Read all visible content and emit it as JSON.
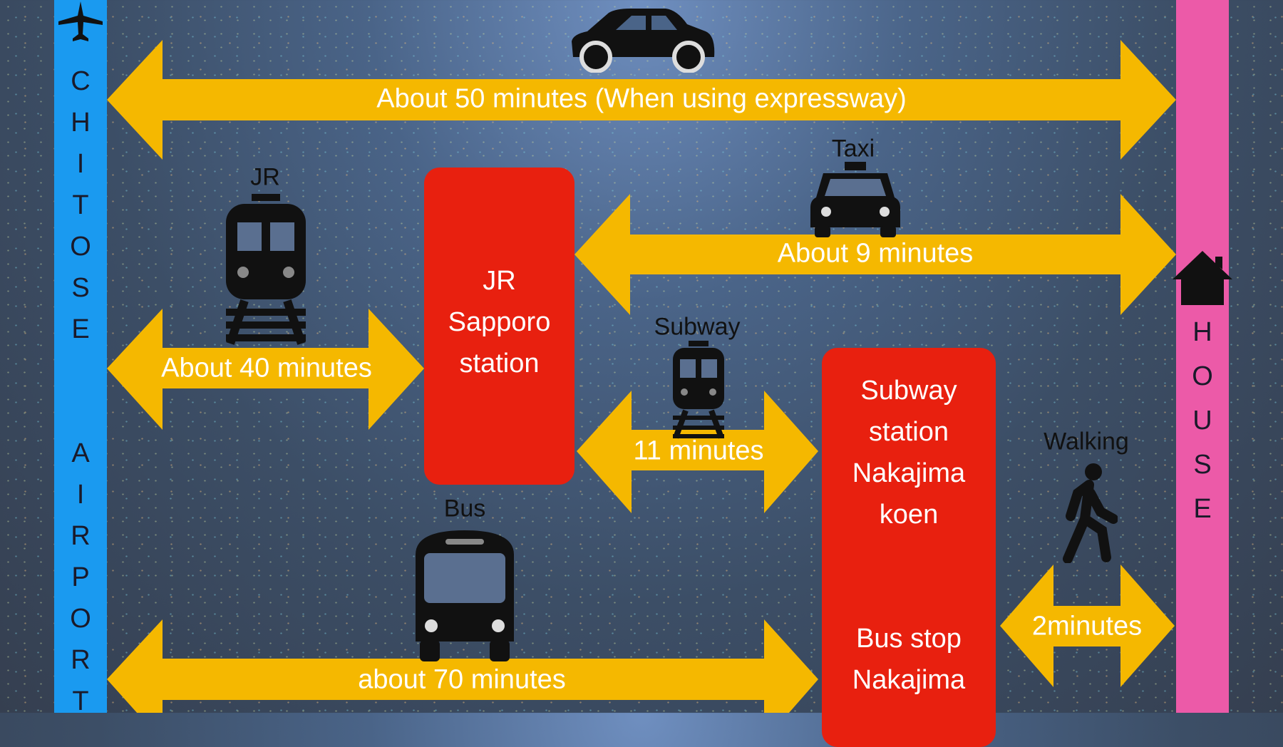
{
  "left_bar": {
    "label": "CHITOSE AIRPORT",
    "letters": [
      "C",
      "H",
      "I",
      "T",
      "O",
      "S",
      "E",
      "",
      "A",
      "I",
      "R",
      "P",
      "O",
      "R",
      "T"
    ],
    "color": "#1a9af0",
    "icon": "airplane-icon"
  },
  "right_bar": {
    "label": "HOUSE",
    "letters": [
      "H",
      "O",
      "U",
      "S",
      "E"
    ],
    "color": "#ec5aa8",
    "icon": "house-icon"
  },
  "stations": {
    "jr_sapporo": {
      "lines": [
        "JR",
        "Sapporo",
        "station"
      ]
    },
    "nakajima": {
      "lines": [
        "Subway",
        "station",
        "Nakajima",
        "koen"
      ],
      "bus_lines": [
        "Bus stop",
        "Nakajima"
      ]
    }
  },
  "routes": {
    "car": {
      "label": "About 50 minutes (When using expressway)",
      "icon": "car-icon"
    },
    "taxi": {
      "mode": "Taxi",
      "label": "About 9 minutes",
      "icon": "taxi-icon"
    },
    "jr": {
      "mode": "JR",
      "label": "About 40 minutes",
      "icon": "train-icon"
    },
    "subway": {
      "mode": "Subway",
      "label": "11 minutes",
      "icon": "subway-icon"
    },
    "bus": {
      "mode": "Bus",
      "label": "about 70 minutes",
      "icon": "bus-icon"
    },
    "walking": {
      "mode": "Walking",
      "label": "2minutes",
      "icon": "walking-icon"
    }
  },
  "colors": {
    "arrow": "#f5b800",
    "station": "#e8200f"
  }
}
